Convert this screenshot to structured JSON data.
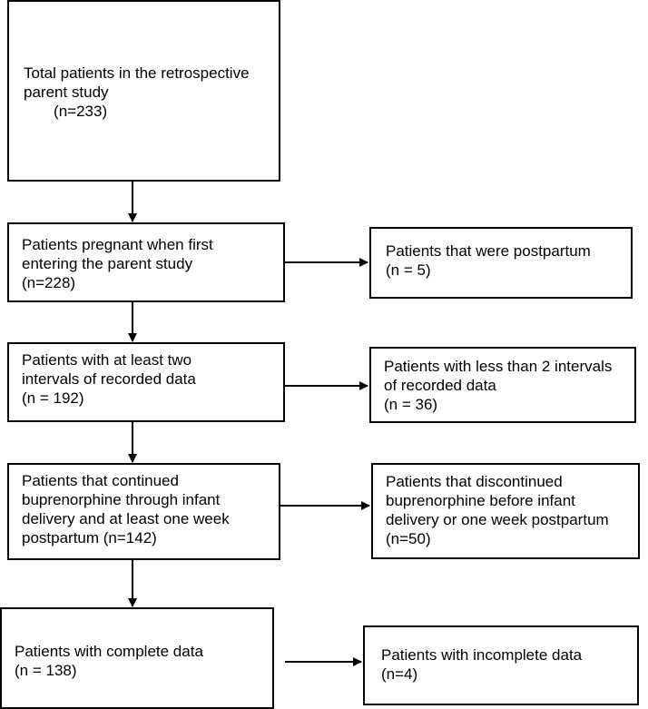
{
  "boxes": {
    "total": {
      "lines": [
        "Total patients in the retrospective",
        "parent study",
        "       (n=233)"
      ]
    },
    "pregnant": {
      "lines": [
        "Patients pregnant when first",
        "entering the parent study",
        "(n=228)"
      ]
    },
    "postpartum": {
      "lines": [
        "Patients that were postpartum",
        "(n = 5)"
      ]
    },
    "two_intervals": {
      "lines": [
        "Patients with at least two",
        "intervals of recorded data",
        "(n = 192)"
      ]
    },
    "less_intervals": {
      "lines": [
        "Patients with less than 2 intervals",
        "of recorded data",
        "(n = 36)"
      ]
    },
    "continued": {
      "lines": [
        "Patients that continued",
        "buprenorphine through infant",
        "delivery and at least one week",
        "postpartum (n=142)"
      ]
    },
    "discontinued": {
      "lines": [
        "Patients that discontinued",
        "buprenorphine before infant",
        "delivery or one week postpartum",
        "(n=50)"
      ]
    },
    "complete": {
      "lines": [
        "Patients with complete data",
        "(n = 138)"
      ]
    },
    "incomplete": {
      "lines": [
        "Patients with incomplete data",
        "(n=4)"
      ]
    }
  }
}
